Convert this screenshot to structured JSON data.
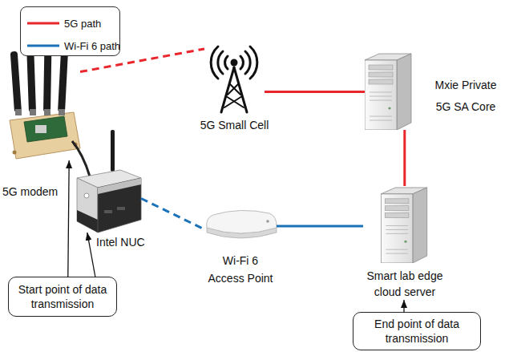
{
  "diagram": {
    "nodes": [
      {
        "text": [
          "5G modem"
        ]
      },
      {
        "text": [
          "Intel NUC"
        ]
      },
      {
        "text": [
          "5G Small Cell"
        ]
      },
      {
        "text": [
          "Mxie Private 5G SA Core"
        ]
      },
      {
        "text": [
          "Wi-Fi 6 Access Point"
        ]
      },
      {
        "text": [
          "Smart lab edge cloud server"
        ]
      },
      {
        "text": [
          "Start point of data transmission"
        ]
      },
      {
        "text": [
          "End point of data transmission"
        ]
      }
    ],
    "edges": [
      {
        "from": 0,
        "to": 2,
        "arrow": "none"
      },
      {
        "from": 2,
        "to": 3,
        "arrow": "none"
      },
      {
        "from": 3,
        "to": 5,
        "arrow": "none"
      },
      {
        "from": 1,
        "to": 4,
        "arrow": "none"
      },
      {
        "from": 4,
        "to": 5,
        "arrow": "none"
      },
      {
        "from": 6,
        "to": 0,
        "arrow": "to"
      },
      {
        "from": 6,
        "to": 1,
        "arrow": "to"
      },
      {
        "from": 7,
        "to": 5,
        "arrow": "to"
      }
    ],
    "legend": [
      {
        "text": "5G path"
      },
      {
        "text": "Wi-Fi 6 path"
      }
    ]
  }
}
